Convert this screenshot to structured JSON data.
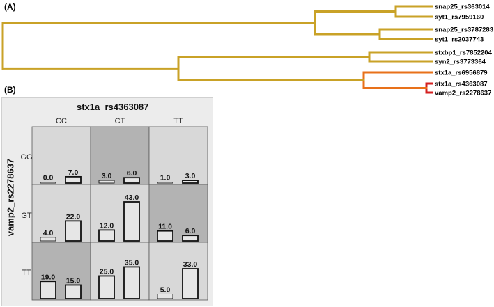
{
  "panel_a": {
    "label": "(A)",
    "leaves": [
      {
        "name": "snap25_rs363014"
      },
      {
        "name": "syt1_rs7959160"
      },
      {
        "name": "snap25_rs3787283"
      },
      {
        "name": "syt1_rs2037743"
      },
      {
        "name": "stxbp1_rs7852204"
      },
      {
        "name": "syn2_rs3773364"
      },
      {
        "name": "stx1a_rs6956879"
      },
      {
        "name": "stx1a_rs4363087"
      },
      {
        "name": "vamp2_rs2278637"
      }
    ],
    "colors": {
      "main": "#c9a227",
      "orange": "#e8711a",
      "red": "#d42020"
    }
  },
  "panel_b": {
    "label": "(B)",
    "col_title": "stx1a_rs4363087",
    "row_title": "vamp2_rs2278637",
    "columns": [
      "CC",
      "CT",
      "TT"
    ],
    "rows": [
      "GG",
      "GT",
      "TT"
    ],
    "cells": [
      [
        {
          "a": "0.0",
          "b": "7.0"
        },
        {
          "a": "3.0",
          "b": "6.0"
        },
        {
          "a": "1.0",
          "b": "3.0"
        }
      ],
      [
        {
          "a": "4.0",
          "b": "22.0"
        },
        {
          "a": "12.0",
          "b": "43.0"
        },
        {
          "a": "11.0",
          "b": "6.0"
        }
      ],
      [
        {
          "a": "19.0",
          "b": "15.0"
        },
        {
          "a": "25.0",
          "b": "35.0"
        },
        {
          "a": "5.0",
          "b": "33.0"
        }
      ]
    ],
    "max_count": 43,
    "colors": {
      "light_cell": "#d8d8d8",
      "dark_cell": "#b3b3b3",
      "bar_fill": "#e6e6e6",
      "bar_stroke": "#111111"
    }
  }
}
